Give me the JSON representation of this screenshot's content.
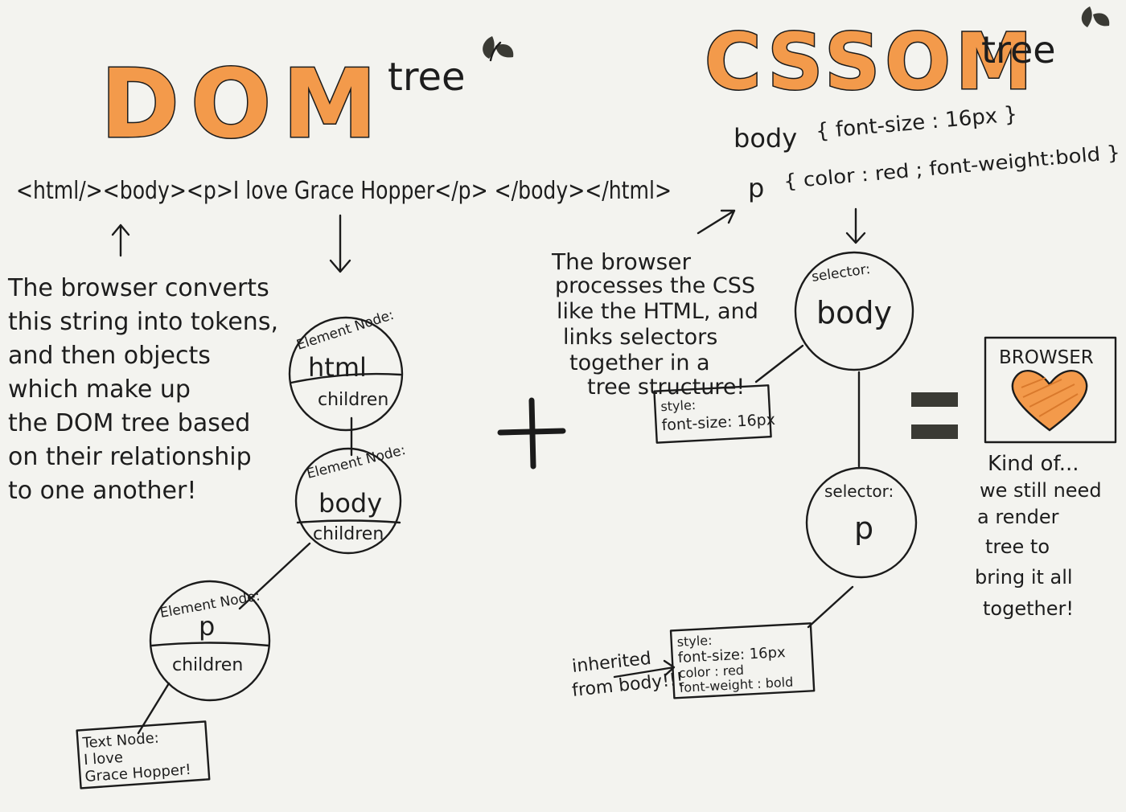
{
  "colors": {
    "paper": "#f3f3ef",
    "ink": "#1b1b1b",
    "accent": "#f39a4b",
    "leaf": "#3a3a34"
  },
  "dom": {
    "title_big": "DOM",
    "title_small": "tree",
    "html_string": "<html/><body><p>I love Grace Hopper</p> </body></html>",
    "explanation": [
      "The browser converts",
      "this string into tokens,",
      "and then objects",
      "which make up",
      "the DOM tree based",
      "on their relationship",
      "to one another!"
    ],
    "nodes": [
      {
        "header": "Element Node:",
        "tag": "html",
        "footer": "children"
      },
      {
        "header": "Element Node:",
        "tag": "body",
        "footer": "children"
      },
      {
        "header": "Element Node:",
        "tag": "p",
        "footer": "children"
      }
    ],
    "text_node": [
      "Text Node:",
      "I love",
      "Grace Hopper!"
    ]
  },
  "plus_sign": "+",
  "cssom": {
    "title_big": "CSSOM",
    "title_small": "tree",
    "rule_body_selector": "body",
    "rule_body_decl": "{ font-size : 16px }",
    "rule_p_selector": "p",
    "rule_p_decl": "{ color : red ; font-weight:bold }",
    "explanation": [
      "The browser",
      "processes the CSS",
      "like the HTML, and",
      "links selectors",
      "together in a",
      "tree structure!"
    ],
    "nodes": [
      {
        "header": "selector:",
        "value": "body"
      },
      {
        "header": "selector:",
        "value": "p"
      }
    ],
    "body_style": [
      "style:",
      "font-size: 16px"
    ],
    "p_style": [
      "style:",
      "font-size: 16px",
      "color : red",
      "font-weight : bold"
    ],
    "inherited_note": [
      "inherited",
      "from body!!!"
    ]
  },
  "equals_sign": "=",
  "browser_box": {
    "label": "BROWSER",
    "icon": "heart-icon"
  },
  "conclusion": [
    "Kind of...",
    "we still need",
    "a render",
    "tree to",
    "bring it all",
    "together!"
  ]
}
